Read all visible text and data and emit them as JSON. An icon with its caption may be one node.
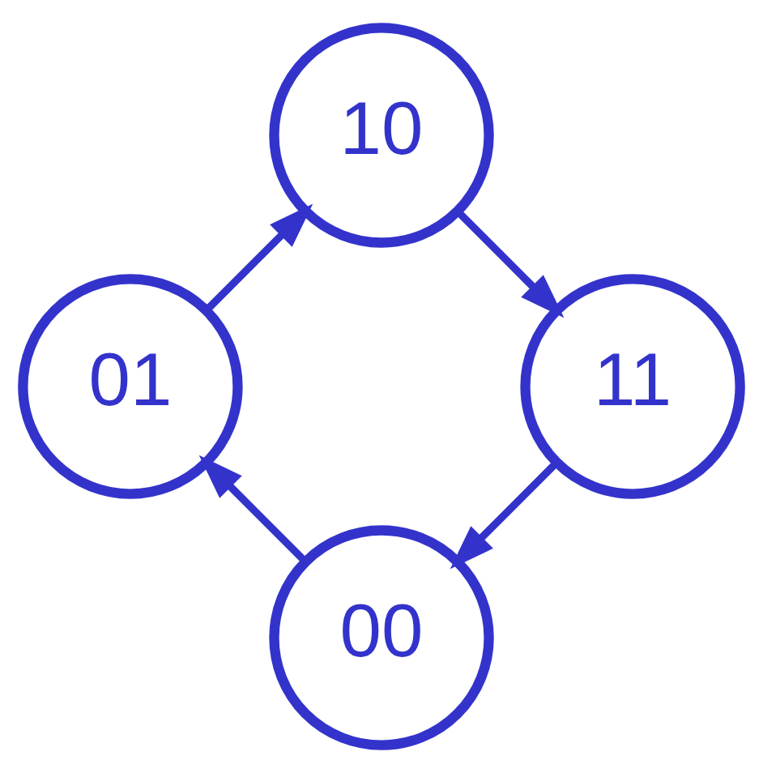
{
  "diagram": {
    "nodes": [
      {
        "text": [
          "00"
        ]
      },
      {
        "text": [
          "01"
        ]
      },
      {
        "text": [
          "10"
        ]
      },
      {
        "text": [
          "11"
        ]
      }
    ],
    "edges": [
      {
        "from": 0,
        "to": 1,
        "arrow": "to"
      },
      {
        "from": 1,
        "to": 2,
        "arrow": "to"
      },
      {
        "from": 2,
        "to": 3,
        "arrow": "to"
      },
      {
        "from": 3,
        "to": 0,
        "arrow": "to"
      }
    ]
  }
}
